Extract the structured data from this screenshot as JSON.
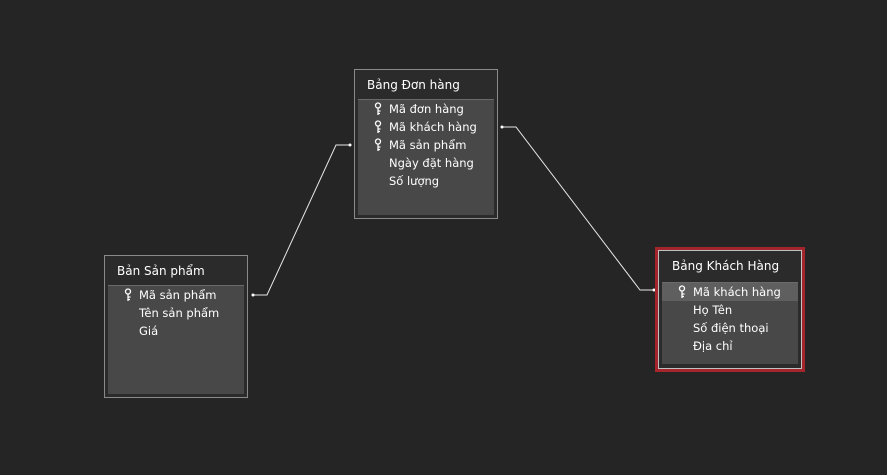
{
  "tables": {
    "orders": {
      "title": "Bảng Đơn hàng",
      "fields": [
        {
          "label": "Mã đơn hàng",
          "key": true
        },
        {
          "label": "Mã khách hàng",
          "key": true
        },
        {
          "label": "Mã sản phẩm",
          "key": true
        },
        {
          "label": "Ngày đặt hàng",
          "key": false
        },
        {
          "label": "Số lượng",
          "key": false
        }
      ]
    },
    "products": {
      "title": "Bản Sản phẩm",
      "fields": [
        {
          "label": "Mã sản phẩm",
          "key": true
        },
        {
          "label": "Tên sản phẩm",
          "key": false
        },
        {
          "label": "Giá",
          "key": false
        }
      ]
    },
    "customers": {
      "title": "Bảng Khách Hàng",
      "selected": true,
      "fields": [
        {
          "label": "Mã khách hàng",
          "key": true
        },
        {
          "label": "Họ Tên",
          "key": false
        },
        {
          "label": "Số điện thoại",
          "key": false
        },
        {
          "label": "Địa chỉ",
          "key": false
        }
      ]
    }
  },
  "relationships": [
    {
      "from": "products.Mã sản phẩm",
      "to": "orders.Mã sản phẩm"
    },
    {
      "from": "orders.Mã khách hàng",
      "to": "customers.Mã khách hàng"
    }
  ],
  "icons": {
    "key_field": "key-icon"
  },
  "colors": {
    "background": "#252525",
    "selection_border": "#a4262c",
    "field_panel": "#484848"
  }
}
